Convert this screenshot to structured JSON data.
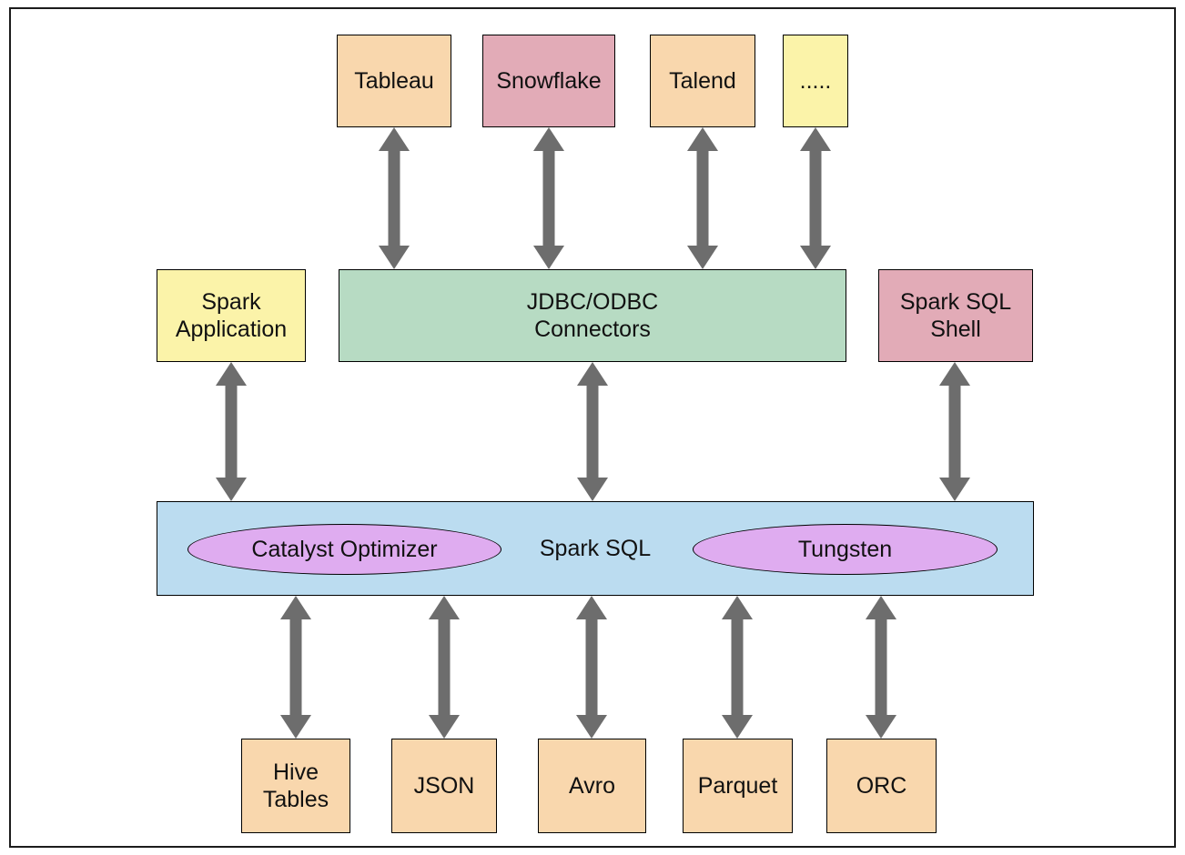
{
  "colors": {
    "peach": "#f9d7ad",
    "pink": "#e2abb7",
    "yellow": "#fbf3a9",
    "green": "#b7dbc3",
    "blue": "#bbdcf0",
    "purple": "#dfacf0",
    "arrow": "#6d6d6d",
    "border": "#000000"
  },
  "diagram": {
    "top_row": [
      {
        "label": "Tableau",
        "fill": "peach"
      },
      {
        "label": "Snowflake",
        "fill": "pink"
      },
      {
        "label": "Talend",
        "fill": "peach"
      },
      {
        "label": ".....",
        "fill": "yellow"
      }
    ],
    "middle_row": [
      {
        "label": "Spark\nApplication",
        "fill": "yellow"
      },
      {
        "label": "JDBC/ODBC\nConnectors",
        "fill": "green"
      },
      {
        "label": "Spark SQL\nShell",
        "fill": "pink"
      }
    ],
    "core": {
      "label": "Spark SQL",
      "fill": "blue",
      "components": [
        {
          "label": "Catalyst Optimizer",
          "fill": "purple"
        },
        {
          "label": "Tungsten",
          "fill": "purple"
        }
      ]
    },
    "bottom_row": [
      {
        "label": "Hive\nTables",
        "fill": "peach"
      },
      {
        "label": "JSON",
        "fill": "peach"
      },
      {
        "label": "Avro",
        "fill": "peach"
      },
      {
        "label": "Parquet",
        "fill": "peach"
      },
      {
        "label": "ORC",
        "fill": "peach"
      }
    ],
    "edges": [
      {
        "from": "Tableau",
        "to": "JDBC/ODBC Connectors",
        "bidirectional": true
      },
      {
        "from": "Snowflake",
        "to": "JDBC/ODBC Connectors",
        "bidirectional": true
      },
      {
        "from": "Talend",
        "to": "JDBC/ODBC Connectors",
        "bidirectional": true
      },
      {
        "from": ".....",
        "to": "JDBC/ODBC Connectors",
        "bidirectional": true
      },
      {
        "from": "Spark Application",
        "to": "Spark SQL",
        "bidirectional": true
      },
      {
        "from": "JDBC/ODBC Connectors",
        "to": "Spark SQL",
        "bidirectional": true
      },
      {
        "from": "Spark SQL Shell",
        "to": "Spark SQL",
        "bidirectional": true
      },
      {
        "from": "Spark SQL",
        "to": "Hive Tables",
        "bidirectional": true
      },
      {
        "from": "Spark SQL",
        "to": "JSON",
        "bidirectional": true
      },
      {
        "from": "Spark SQL",
        "to": "Avro",
        "bidirectional": true
      },
      {
        "from": "Spark SQL",
        "to": "Parquet",
        "bidirectional": true
      },
      {
        "from": "Spark SQL",
        "to": "ORC",
        "bidirectional": true
      }
    ]
  }
}
